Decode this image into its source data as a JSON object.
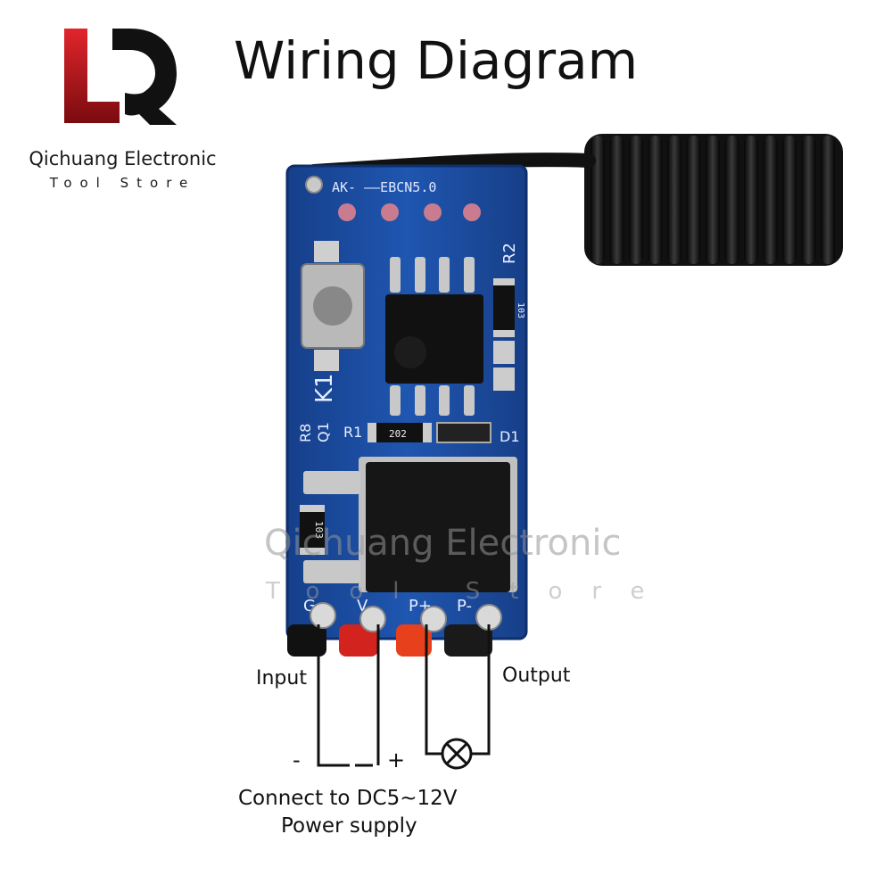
{
  "brand": {
    "name": "Qichuang Electronic",
    "subtitle": "Tool Store",
    "colors": {
      "red": "#c4161c",
      "black": "#111111"
    }
  },
  "title": "Wiring Diagram",
  "board": {
    "pcb_color": "#1d4fa3",
    "silkscreen": {
      "top": "AK- ——EBCN5.0",
      "k1": "K1",
      "r8": "R8",
      "q1": "Q1",
      "r1": "R1",
      "r2": "R2",
      "d1": "D1",
      "pins": [
        "G",
        "V",
        "P+",
        "P-"
      ],
      "resistor_top": "103",
      "resistor_mid": "202",
      "resistor_left": "103"
    }
  },
  "watermark": {
    "line1": "Qichuang Electronic",
    "line2": "Tool Store"
  },
  "wiring": {
    "input_label": "Input",
    "output_label": "Output",
    "minus": "-",
    "plus": "+",
    "supply_line1": "Connect to DC5~12V",
    "supply_line2": "Power supply",
    "load_symbol": "lamp-icon"
  }
}
